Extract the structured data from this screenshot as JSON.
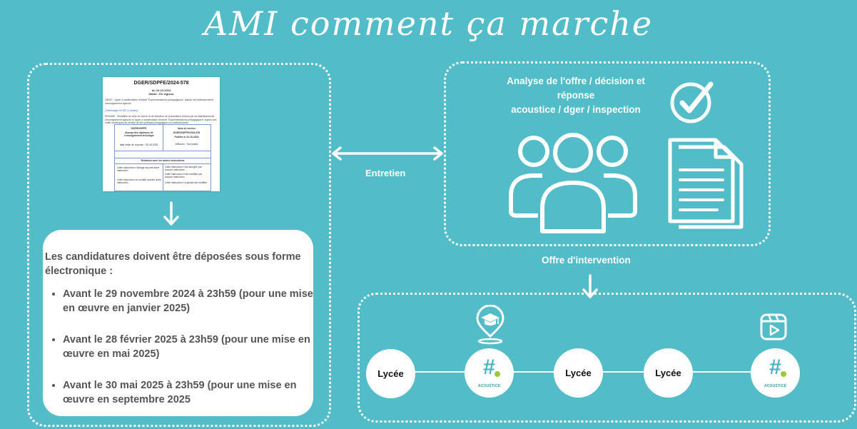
{
  "title": "AMI comment ça marche",
  "document": {
    "ref": "DGER/SDPFE/2024-578",
    "date": "du 15-10-2024",
    "status": "Statut : En vigueur",
    "objet": "OBJET : Appel à manifestation d'intérêt \"Expérimentations pédagogiques\" auprès des établissements d'enseignement agricole",
    "link": "[Télécharger le PDF (1 fichier)]",
    "resume": "RESUME : Modalités de mise en œuvre et de sélection de propositions émises par les établissements d'enseignement agricole à l'appel à manifestation d'intérêt \"Expérimentations pédagogiques\" auprès des outils numériques au service de leur pratique pédagogique ou professionnelle.",
    "table": {
      "left_head1": "DGER/SDPFE",
      "left_head2": "Bureau des diplômes de l'enseignement technique",
      "right_head1": "Note de service",
      "right_head2": "DGER/SDPFE/2024-578",
      "right_head3": "Publiée le 22-10-2024",
      "date_limite": "date limite de réponse : 30-05-2025",
      "diffusion": "Diffusion : Tout public",
      "relations": "Relations avec les autres instructions",
      "r_left1": "Cette instruction n'abroge aucune autre instruction",
      "r_left2": "Cette instruction ne modifie aucune autre instruction",
      "r_right1": "Cette instruction n'est abrogée par aucune instruction",
      "r_right2": "Cette instruction n'est modifiée par aucune instruction",
      "r_right3": "Cette instruction n'a jamais été rectifiée"
    }
  },
  "info_card": {
    "intro": "Les candidatures doivent être déposées sous forme électronique :",
    "items": [
      "Avant le 29 novembre 2024 à 23h59 (pour une mise en œuvre en janvier 2025)",
      "Avant le 28 février 2025 à 23h59 (pour une mise en œuvre en mai 2025)",
      "Avant le 30 mai 2025 à 23h59 (pour une mise en œuvre en septembre 2025"
    ]
  },
  "entretien_label": "Entretien",
  "analyse_label": {
    "line1": "Analyse de l'offre / décision et",
    "line2": "réponse",
    "line3": "acoustice / dger / inspection"
  },
  "offre_label": "Offre d'intervention",
  "timeline": {
    "nodes": [
      "Lycée",
      "acoustice",
      "Lycée",
      "Lycée",
      "acoustice"
    ],
    "lycee_label": "Lycée",
    "acoustice_hash": "#",
    "acoustice_label": "ACOUSTICE"
  },
  "icons": {
    "check": "checkmark-circle-icon",
    "group": "group-people-icon",
    "documents": "documents-icon",
    "graduation": "graduation-cap-pin-icon",
    "video": "video-play-icon"
  },
  "colors": {
    "background": "#52bcc9",
    "white": "#ffffff",
    "text_dark": "#555555",
    "acoustice_blue": "#4bb2c6",
    "acoustice_green": "#9cc93a"
  }
}
